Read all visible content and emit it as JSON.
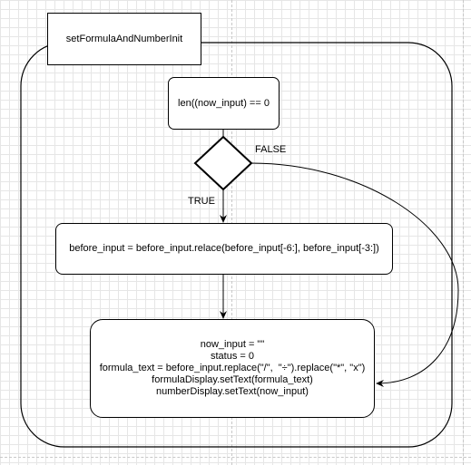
{
  "frame": {
    "title": "setFormulaAndNumberInit"
  },
  "nodes": {
    "condition": "len((now_input) == 0",
    "relace": "before_input = before_input.relace(before_input[-6:], before_input[-3:])",
    "final_lines": [
      "now_input = \"\"",
      "status = 0",
      "formula_text = before_input.replace(\"/\",  \"÷\").replace(\"*\", \"x\")",
      "formulaDisplay.setText(formula_text)",
      "numberDisplay.setText(now_input)"
    ]
  },
  "edges": {
    "true_label": "TRUE",
    "false_label": "FALSE"
  },
  "colors": {
    "stroke": "#000000",
    "grid": "#e6e6e6",
    "guide": "#c8c8c8"
  }
}
